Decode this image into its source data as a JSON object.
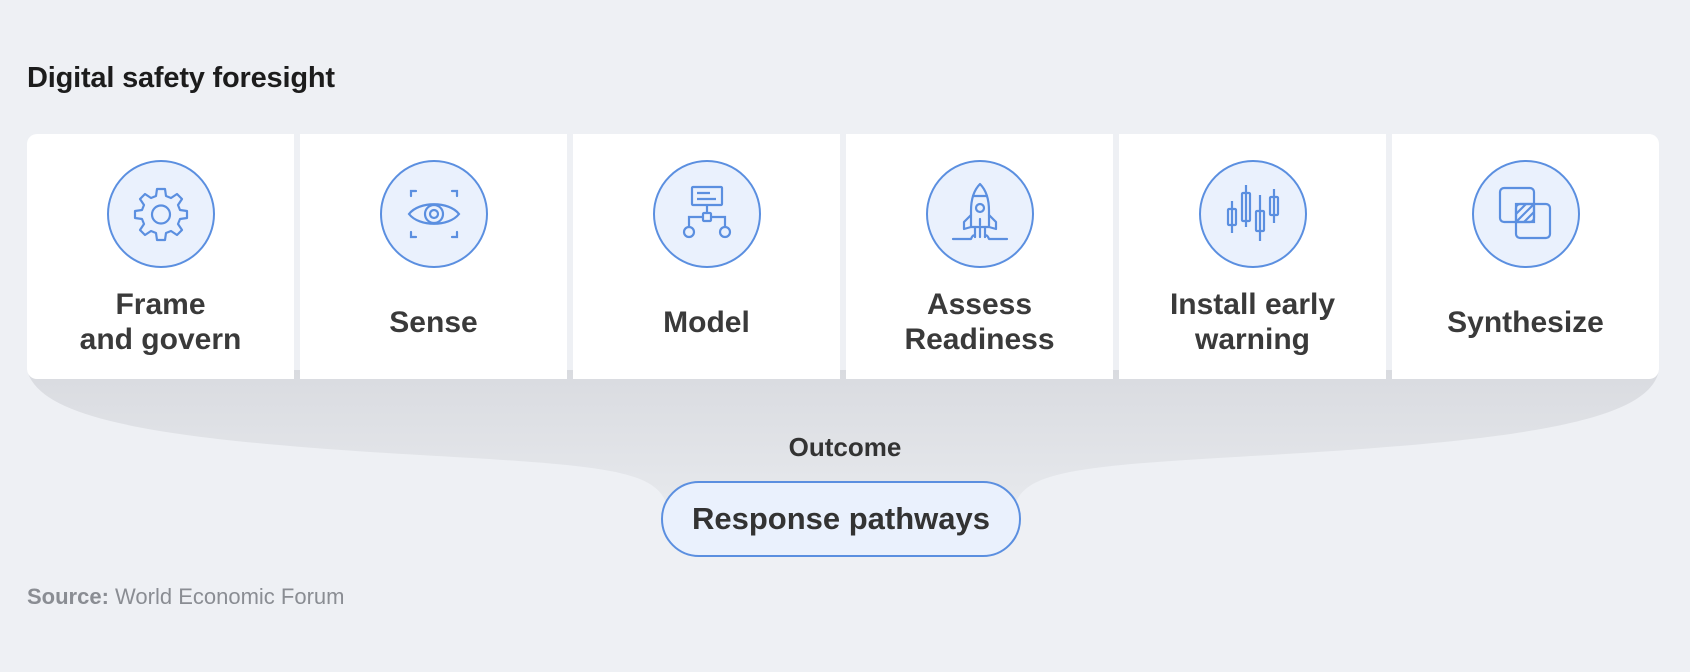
{
  "title": "Digital safety foresight",
  "steps": [
    {
      "label": "Frame\nand govern",
      "icon": "gear-icon"
    },
    {
      "label": "Sense",
      "icon": "eye-icon"
    },
    {
      "label": "Model",
      "icon": "flowchart-icon"
    },
    {
      "label": "Assess\nReadiness",
      "icon": "rocket-icon"
    },
    {
      "label": "Install early\nwarning",
      "icon": "candlestick-icon"
    },
    {
      "label": "Synthesize",
      "icon": "overlap-squares-icon"
    }
  ],
  "outcome_label": "Outcome",
  "outcome_value": "Response pathways",
  "source": {
    "prefix": "Source:",
    "text": " World Economic Forum"
  },
  "colors": {
    "accent": "#5b8fe0",
    "accent_fill": "#eaf1fd",
    "background": "#eef0f4",
    "funnel": "#dfe1e6"
  }
}
